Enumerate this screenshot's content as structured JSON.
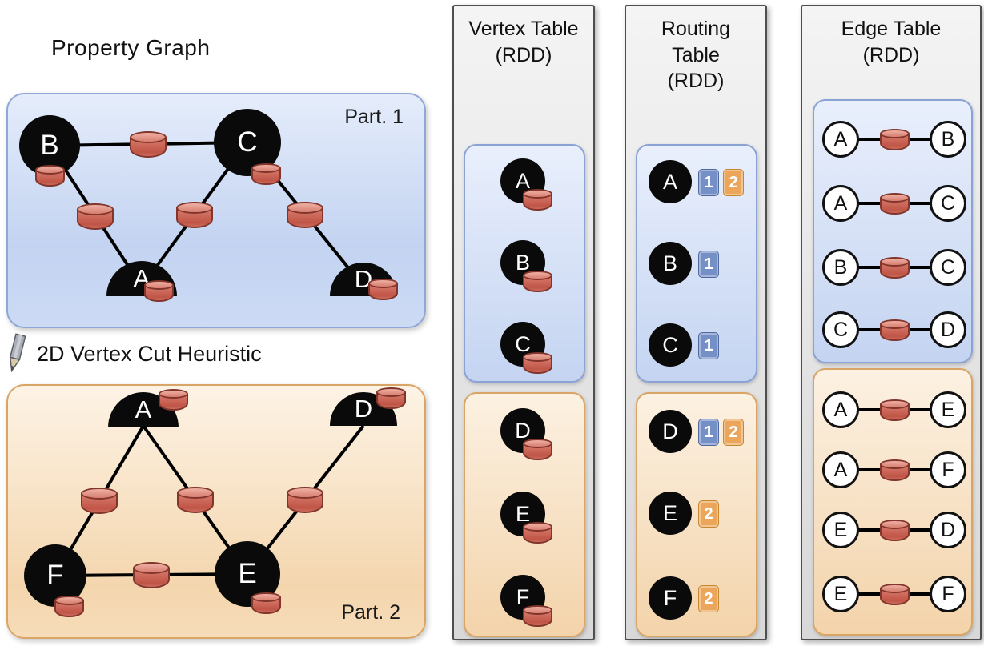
{
  "property_graph": {
    "title": "Property Graph",
    "cut_label": "2D Vertex Cut Heuristic",
    "part1": {
      "label": "Part. 1",
      "vertices": [
        "B",
        "C",
        "A",
        "D"
      ],
      "edges": [
        "B-C",
        "B-A",
        "C-A",
        "C-D"
      ]
    },
    "part2": {
      "label": "Part. 2",
      "vertices": [
        "A",
        "D",
        "F",
        "E"
      ],
      "edges": [
        "A-F",
        "A-E",
        "D-E",
        "F-E"
      ]
    }
  },
  "vertex_table": {
    "title_line1": "Vertex Table",
    "title_line2": "(RDD)",
    "part1": [
      "A",
      "B",
      "C"
    ],
    "part2": [
      "D",
      "E",
      "F"
    ]
  },
  "routing_table": {
    "title_line1": "Routing",
    "title_line2": "Table",
    "title_line3": "(RDD)",
    "part1": [
      {
        "vertex": "A",
        "parts": [
          "1",
          "2"
        ]
      },
      {
        "vertex": "B",
        "parts": [
          "1"
        ]
      },
      {
        "vertex": "C",
        "parts": [
          "1"
        ]
      }
    ],
    "part2": [
      {
        "vertex": "D",
        "parts": [
          "1",
          "2"
        ]
      },
      {
        "vertex": "E",
        "parts": [
          "2"
        ]
      },
      {
        "vertex": "F",
        "parts": [
          "2"
        ]
      }
    ]
  },
  "edge_table": {
    "title_line1": "Edge Table",
    "title_line2": "(RDD)",
    "part1": [
      [
        "A",
        "B"
      ],
      [
        "A",
        "C"
      ],
      [
        "B",
        "C"
      ],
      [
        "C",
        "D"
      ]
    ],
    "part2": [
      [
        "A",
        "E"
      ],
      [
        "A",
        "F"
      ],
      [
        "E",
        "D"
      ],
      [
        "E",
        "F"
      ]
    ]
  },
  "colors": {
    "partition1_fill": "#c9d8f3",
    "partition1_border": "#8fa7d7",
    "partition2_fill": "#f4d6ae",
    "partition2_border": "#d9a567",
    "vertex_fill": "#000000",
    "property_cylinder": "#c05547",
    "routing_badge_1": "#7590c7",
    "routing_badge_2": "#eba65c",
    "table_background": "#e2e2e2"
  }
}
